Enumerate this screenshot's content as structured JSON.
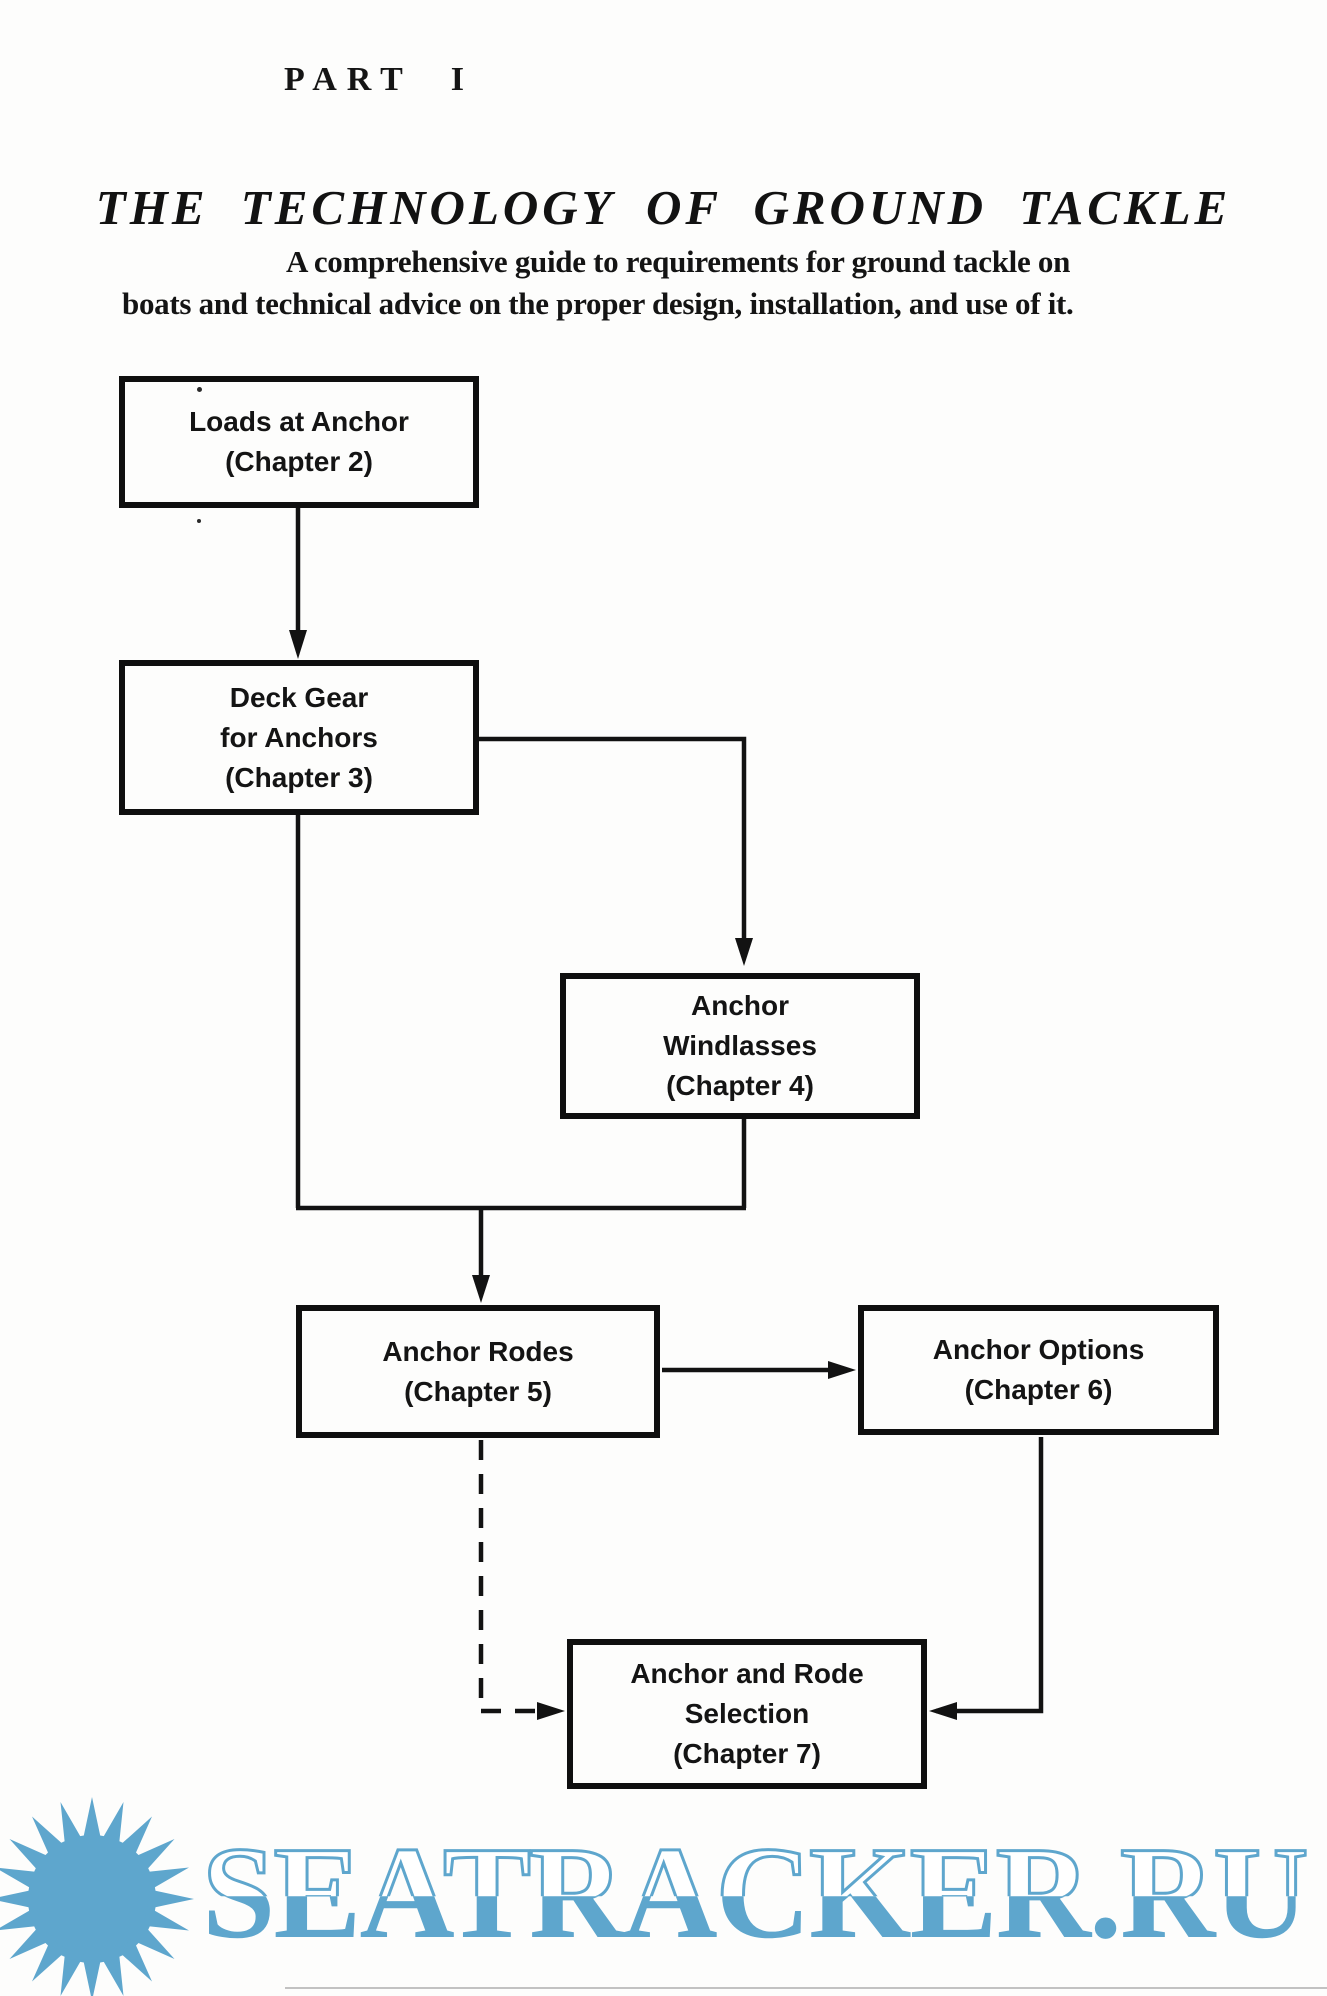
{
  "page": {
    "part_label": "PART I",
    "title": "THE TECHNOLOGY OF GROUND TACKLE",
    "subtitle_line1": "A comprehensive guide to requirements for ground tackle on",
    "subtitle_line2": "boats and technical advice on the proper design, installation, and use of it."
  },
  "flowchart": {
    "boxes": [
      {
        "id": "loads-at-anchor",
        "lines": [
          "Loads at Anchor",
          "(Chapter 2)"
        ]
      },
      {
        "id": "deck-gear-for-anchors",
        "lines": [
          "Deck Gear",
          "for Anchors",
          "(Chapter 3)"
        ]
      },
      {
        "id": "anchor-windlasses",
        "lines": [
          "Anchor",
          "Windlasses",
          "(Chapter 4)"
        ]
      },
      {
        "id": "anchor-rodes",
        "lines": [
          "Anchor Rodes",
          "(Chapter 5)"
        ]
      },
      {
        "id": "anchor-options",
        "lines": [
          "Anchor Options",
          "(Chapter 6)"
        ]
      },
      {
        "id": "anchor-and-rode-selection",
        "lines": [
          "Anchor and Rode",
          "Selection",
          "(Chapter 7)"
        ]
      }
    ],
    "edges": [
      {
        "from": "Loads at Anchor",
        "to": "Deck Gear for Anchors",
        "style": "solid"
      },
      {
        "from": "Deck Gear for Anchors",
        "to": "Anchor Windlasses",
        "style": "solid"
      },
      {
        "from": "Deck Gear for Anchors",
        "to": "Anchor Rodes",
        "style": "solid"
      },
      {
        "from": "Anchor Windlasses",
        "to": "Anchor Rodes",
        "style": "solid"
      },
      {
        "from": "Anchor Rodes",
        "to": "Anchor Options",
        "style": "solid"
      },
      {
        "from": "Anchor Rodes",
        "to": "Anchor and Rode Selection",
        "style": "dashed"
      },
      {
        "from": "Anchor Options",
        "to": "Anchor and Rode Selection",
        "style": "solid"
      }
    ]
  },
  "watermark": {
    "text": "SEATRACKER.RU",
    "logo": "sun-logo",
    "color": "#5ea6cd"
  },
  "colors": {
    "ink": "#121212",
    "paper": "#fdfdfc",
    "watermark_blue": "#5ea6cd"
  }
}
